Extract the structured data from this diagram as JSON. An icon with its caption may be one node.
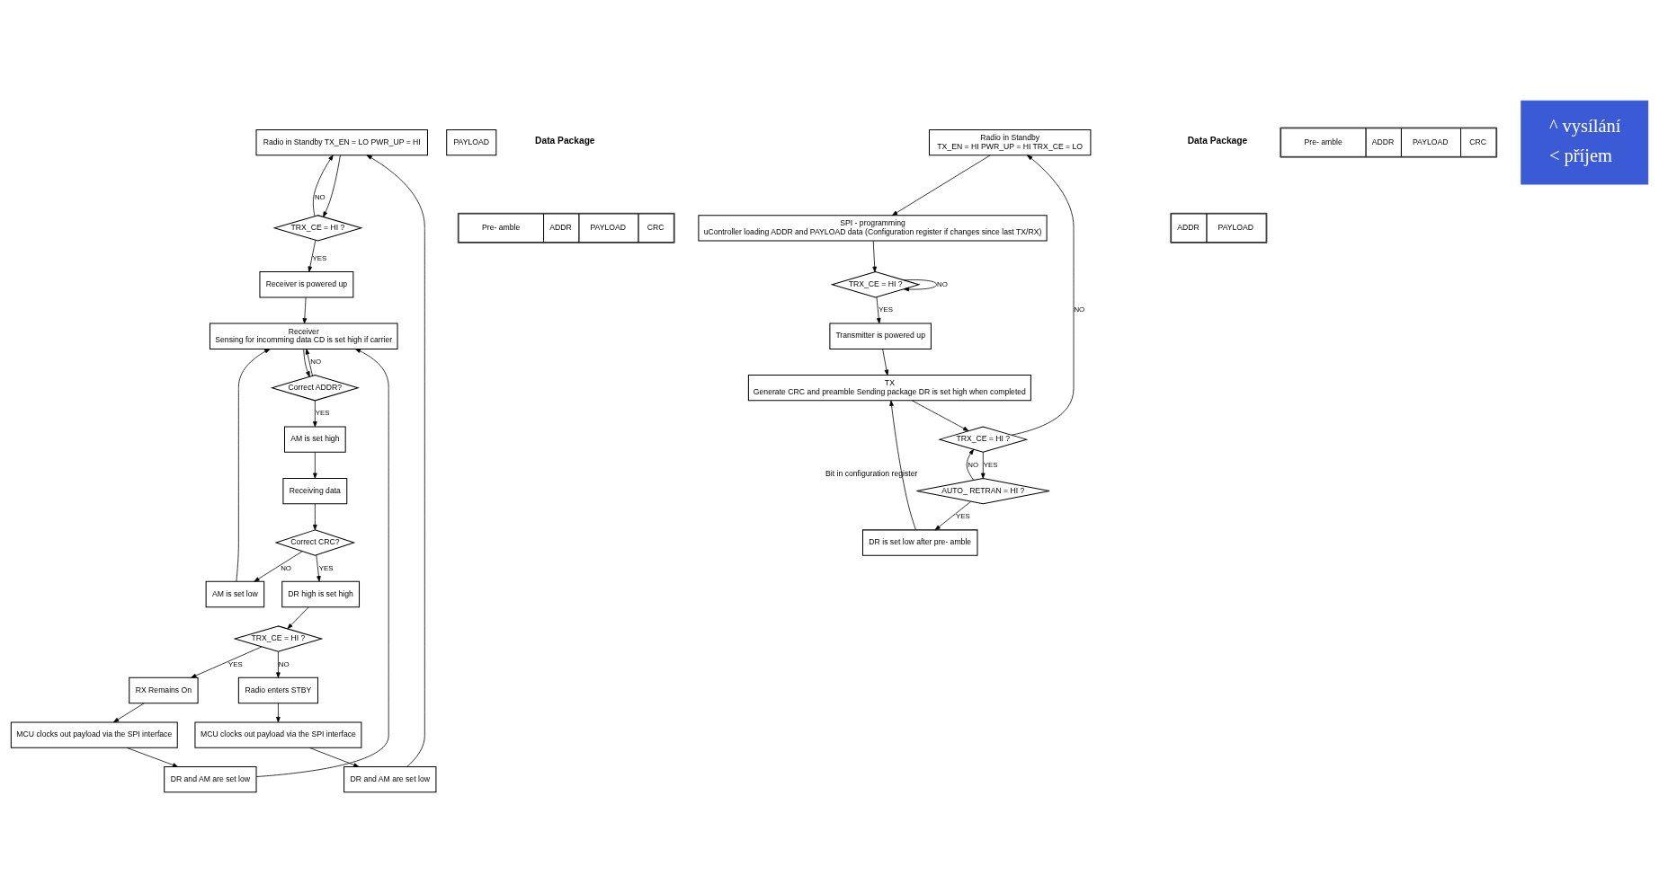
{
  "diagram": {
    "nodes": [
      {
        "text": [
          "Radio in Standby TX_EN = LO PWR_UP = HI"
        ]
      },
      {
        "text": [
          "TRX_CE = HI ?"
        ]
      },
      {
        "text": [
          "Receiver is powered up"
        ]
      },
      {
        "text": [
          "Receiver",
          "Sensing for incomming data CD is set high if carrier"
        ]
      },
      {
        "text": [
          "Correct ADDR?"
        ]
      },
      {
        "text": [
          "AM is set high"
        ]
      },
      {
        "text": [
          "Receiving data"
        ]
      },
      {
        "text": [
          "Correct CRC?"
        ]
      },
      {
        "text": [
          "AM is set low"
        ]
      },
      {
        "text": [
          "DR high is set high"
        ]
      },
      {
        "text": [
          "TRX_CE = HI ?"
        ]
      },
      {
        "text": [
          "RX Remains On"
        ]
      },
      {
        "text": [
          "MCU clocks out payload via the SPI interface"
        ]
      },
      {
        "text": [
          "DR and AM are set low"
        ]
      },
      {
        "text": [
          "Radio enters STBY"
        ]
      },
      {
        "text": [
          "MCU clocks out payload via the SPI interface"
        ]
      },
      {
        "text": [
          "DR and AM are set low"
        ]
      },
      {
        "text": [
          "PAYLOAD"
        ]
      },
      {
        "text": [
          "Pre- amble",
          "ADDR",
          "PAYLOAD",
          "CRC"
        ]
      },
      {
        "text": [
          "Radio in Standby",
          "TX_EN = HI PWR_UP = HI TRX_CE = LO"
        ]
      },
      {
        "text": [
          "SPI - programming",
          "uController loading ADDR and PAYLOAD data (Configuration register if changes since last TX/RX)"
        ]
      },
      {
        "text": [
          "TRX_CE = HI ?"
        ]
      },
      {
        "text": [
          "Transmitter is powered up"
        ]
      },
      {
        "text": [
          "TX",
          "Generate CRC and preamble Sending package DR is set high when completed"
        ]
      },
      {
        "text": [
          "DR is set low after pre- amble"
        ]
      },
      {
        "text": [
          "TRX_CE = HI ?"
        ]
      },
      {
        "text": [
          "AUTO_ RETRAN = HI ?"
        ],
        "beside": [
          "Bit in configuration register"
        ]
      },
      {
        "text": [
          "ADDR",
          "PAYLOAD"
        ]
      },
      {
        "text": [
          "Pre- amble",
          "ADDR",
          "PAYLOAD",
          "CRC"
        ]
      },
      {
        "text": [
          "^ vysílání",
          "< příjem"
        ]
      }
    ],
    "edges": [
      {
        "from": 0,
        "to": 1,
        "arrow": "to"
      },
      {
        "from": 1,
        "to": 2,
        "arrow": "to",
        "label": "YES"
      },
      {
        "from": 1,
        "to": 0,
        "arrow": "to",
        "label": "NO"
      },
      {
        "from": 2,
        "to": 3,
        "arrow": "to"
      },
      {
        "from": 3,
        "to": 4,
        "arrow": "to"
      },
      {
        "from": 4,
        "to": 5,
        "arrow": "to",
        "label": "YES"
      },
      {
        "from": 4,
        "to": 3,
        "arrow": "to",
        "label": "NO"
      },
      {
        "from": 5,
        "to": 6,
        "arrow": "to"
      },
      {
        "from": 6,
        "to": 7,
        "arrow": "to"
      },
      {
        "from": 7,
        "to": 8,
        "arrow": "to",
        "label": "NO"
      },
      {
        "from": 8,
        "to": 3,
        "arrow": "to"
      },
      {
        "from": 7,
        "to": 9,
        "arrow": "to",
        "label": "YES"
      },
      {
        "from": 9,
        "to": 10,
        "arrow": "to"
      },
      {
        "from": 10,
        "to": 11,
        "arrow": "to",
        "label": "YES"
      },
      {
        "from": 10,
        "to": 14,
        "arrow": "to",
        "label": "NO"
      },
      {
        "from": 11,
        "to": 12,
        "arrow": "to"
      },
      {
        "from": 12,
        "to": 13,
        "arrow": "to"
      },
      {
        "from": 13,
        "to": 3,
        "arrow": "to"
      },
      {
        "from": 14,
        "to": 15,
        "arrow": "to"
      },
      {
        "from": 15,
        "to": 16,
        "arrow": "to"
      },
      {
        "from": 16,
        "to": 0,
        "arrow": "to"
      },
      {
        "from": 19,
        "to": 20,
        "arrow": "to"
      },
      {
        "from": 20,
        "to": 21,
        "arrow": "to"
      },
      {
        "from": 21,
        "to": 21,
        "arrow": "to",
        "label": "NO"
      },
      {
        "from": 21,
        "to": 22,
        "arrow": "to",
        "label": "YES"
      },
      {
        "from": 22,
        "to": 23,
        "arrow": "to"
      },
      {
        "from": 23,
        "to": 25,
        "arrow": "to"
      },
      {
        "from": 25,
        "to": 19,
        "arrow": "to",
        "label": "NO"
      },
      {
        "from": 25,
        "to": 26,
        "arrow": "to",
        "label": "YES"
      },
      {
        "from": 26,
        "to": 25,
        "arrow": "to",
        "label": "NO"
      },
      {
        "from": 26,
        "to": 24,
        "arrow": "to",
        "label": "YES"
      },
      {
        "from": 24,
        "to": 23,
        "arrow": "to"
      }
    ],
    "labels": [
      "Data Package",
      "Data Package"
    ]
  }
}
